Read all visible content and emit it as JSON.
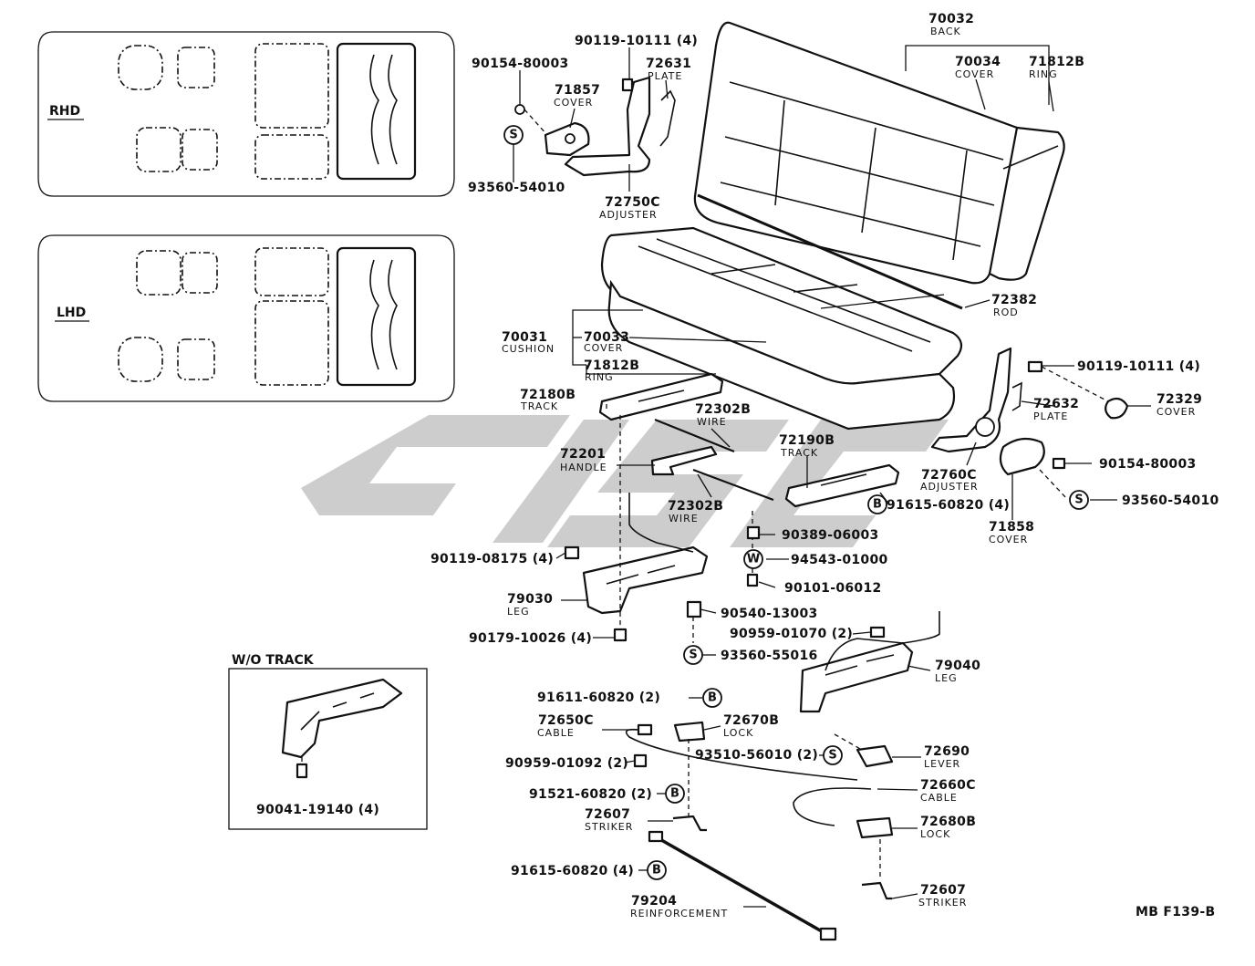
{
  "layouts": {
    "rhd": "RHD",
    "lhd": "LHD"
  },
  "inset": {
    "title": "W/O TRACK",
    "part": "90041-19140 (4)"
  },
  "watermark_color": "#c8c8c8",
  "symbols": {
    "s": "S",
    "b": "B",
    "w": "W"
  },
  "parts": {
    "p70032": {
      "num": "70032",
      "name": "BACK"
    },
    "p70034": {
      "num": "70034",
      "name": "COVER"
    },
    "p71812B_a": {
      "num": "71812B",
      "name": "RING"
    },
    "p90119_10111_a": {
      "num": "90119-10111 (4)"
    },
    "p90154_80003_a": {
      "num": "90154-80003"
    },
    "p72631": {
      "num": "72631",
      "name": "PLATE"
    },
    "p71857": {
      "num": "71857",
      "name": "COVER"
    },
    "p93560_54010_a": {
      "num": "93560-54010"
    },
    "p72750C": {
      "num": "72750C",
      "name": "ADJUSTER"
    },
    "p72382": {
      "num": "72382",
      "name": "ROD"
    },
    "p70031": {
      "num": "70031",
      "name": "CUSHION"
    },
    "p70033": {
      "num": "70033",
      "name": "COVER"
    },
    "p71812B_b": {
      "num": "71812B",
      "name": "RING"
    },
    "p72180B": {
      "num": "72180B",
      "name": "TRACK"
    },
    "p72302B_a": {
      "num": "72302B",
      "name": "WIRE"
    },
    "p72201": {
      "num": "72201",
      "name": "HANDLE"
    },
    "p72190B": {
      "num": "72190B",
      "name": "TRACK"
    },
    "p72302B_b": {
      "num": "72302B",
      "name": "WIRE"
    },
    "p91615_60820_a": {
      "num": "91615-60820 (4)"
    },
    "p90119_10111_b": {
      "num": "90119-10111 (4)"
    },
    "p72632": {
      "num": "72632",
      "name": "PLATE"
    },
    "p72329": {
      "num": "72329",
      "name": "COVER"
    },
    "p72760C": {
      "num": "72760C",
      "name": "ADJUSTER"
    },
    "p90154_80003_b": {
      "num": "90154-80003"
    },
    "p93560_54010_b": {
      "num": "93560-54010"
    },
    "p71858": {
      "num": "71858",
      "name": "COVER"
    },
    "p90389_06003": {
      "num": "90389-06003"
    },
    "p94543_01000": {
      "num": "94543-01000"
    },
    "p90101_06012": {
      "num": "90101-06012"
    },
    "p90119_08175": {
      "num": "90119-08175 (4)"
    },
    "p79030": {
      "num": "79030",
      "name": "LEG"
    },
    "p90540_13003": {
      "num": "90540-13003"
    },
    "p90179_10026": {
      "num": "90179-10026 (4)"
    },
    "p93560_55016": {
      "num": "93560-55016"
    },
    "p90959_01070": {
      "num": "90959-01070 (2)"
    },
    "p79040": {
      "num": "79040",
      "name": "LEG"
    },
    "p91611_60820": {
      "num": "91611-60820 (2)"
    },
    "p72650C": {
      "num": "72650C",
      "name": "CABLE"
    },
    "p72670B": {
      "num": "72670B",
      "name": "LOCK"
    },
    "p90959_01092": {
      "num": "90959-01092 (2)"
    },
    "p93510_56010": {
      "num": "93510-56010 (2)"
    },
    "p72690": {
      "num": "72690",
      "name": "LEVER"
    },
    "p91521_60820": {
      "num": "91521-60820 (2)"
    },
    "p72660C": {
      "num": "72660C",
      "name": "CABLE"
    },
    "p72607_a": {
      "num": "72607",
      "name": "STRIKER"
    },
    "p72680B": {
      "num": "72680B",
      "name": "LOCK"
    },
    "p91615_60820_b": {
      "num": "91615-60820 (4)"
    },
    "p79204": {
      "num": "79204",
      "name": "REINFORCEMENT"
    },
    "p72607_b": {
      "num": "72607",
      "name": "STRIKER"
    }
  },
  "figure_code": "MB F139-B"
}
